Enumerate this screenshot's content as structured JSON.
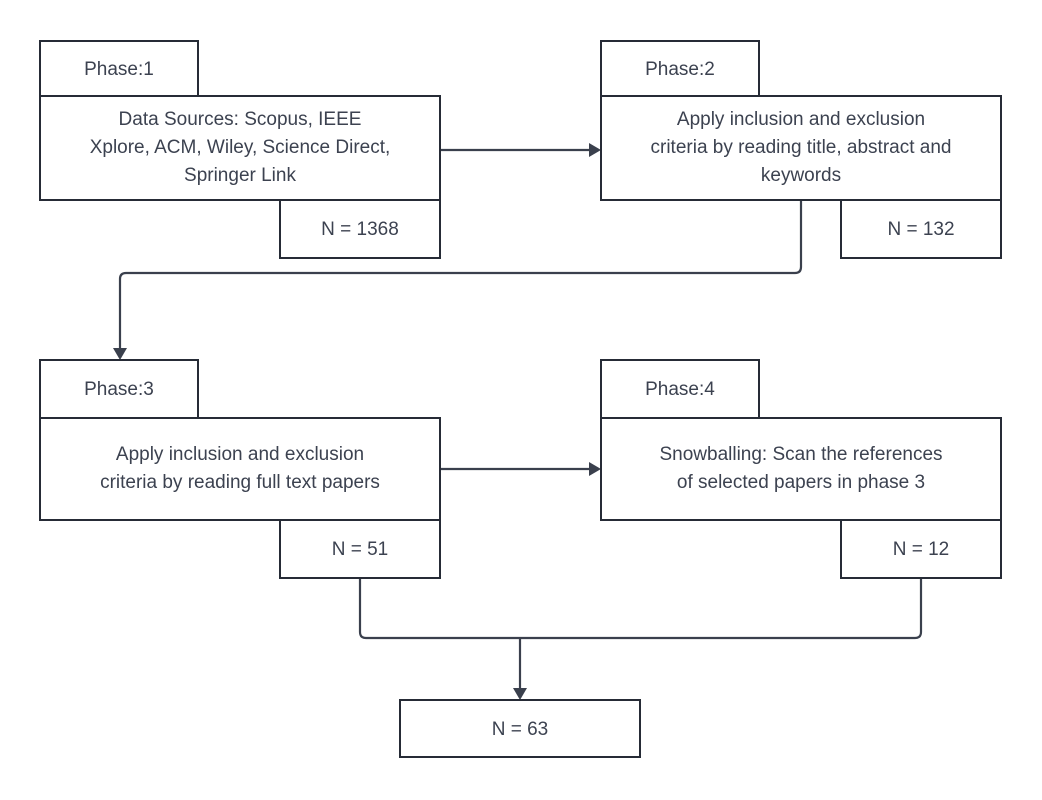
{
  "diagram": {
    "title": "Systematic literature review phase flow",
    "stroke_color": "#262b36",
    "edge_color": "#3a404d",
    "text_color": "#3c4250",
    "background_color": "#ffffff"
  },
  "phases": [
    {
      "tab_label": "Phase:1",
      "body_lines": [
        "Data Sources: Scopus, IEEE",
        "Xplore, ACM, Wiley, Science Direct,",
        "Springer Link"
      ],
      "count_label": "N =  1368"
    },
    {
      "tab_label": "Phase:2",
      "body_lines": [
        "Apply inclusion and exclusion",
        "criteria by reading title, abstract and",
        "keywords"
      ],
      "count_label": "N =  132"
    },
    {
      "tab_label": "Phase:3",
      "body_lines": [
        "Apply inclusion and exclusion",
        "criteria by reading full text papers"
      ],
      "count_label": "N =  51"
    },
    {
      "tab_label": "Phase:4",
      "body_lines": [
        "Snowballing: Scan the references",
        "of selected papers in phase 3"
      ],
      "count_label": "N =  12"
    }
  ],
  "total": {
    "label": "N =  63"
  }
}
